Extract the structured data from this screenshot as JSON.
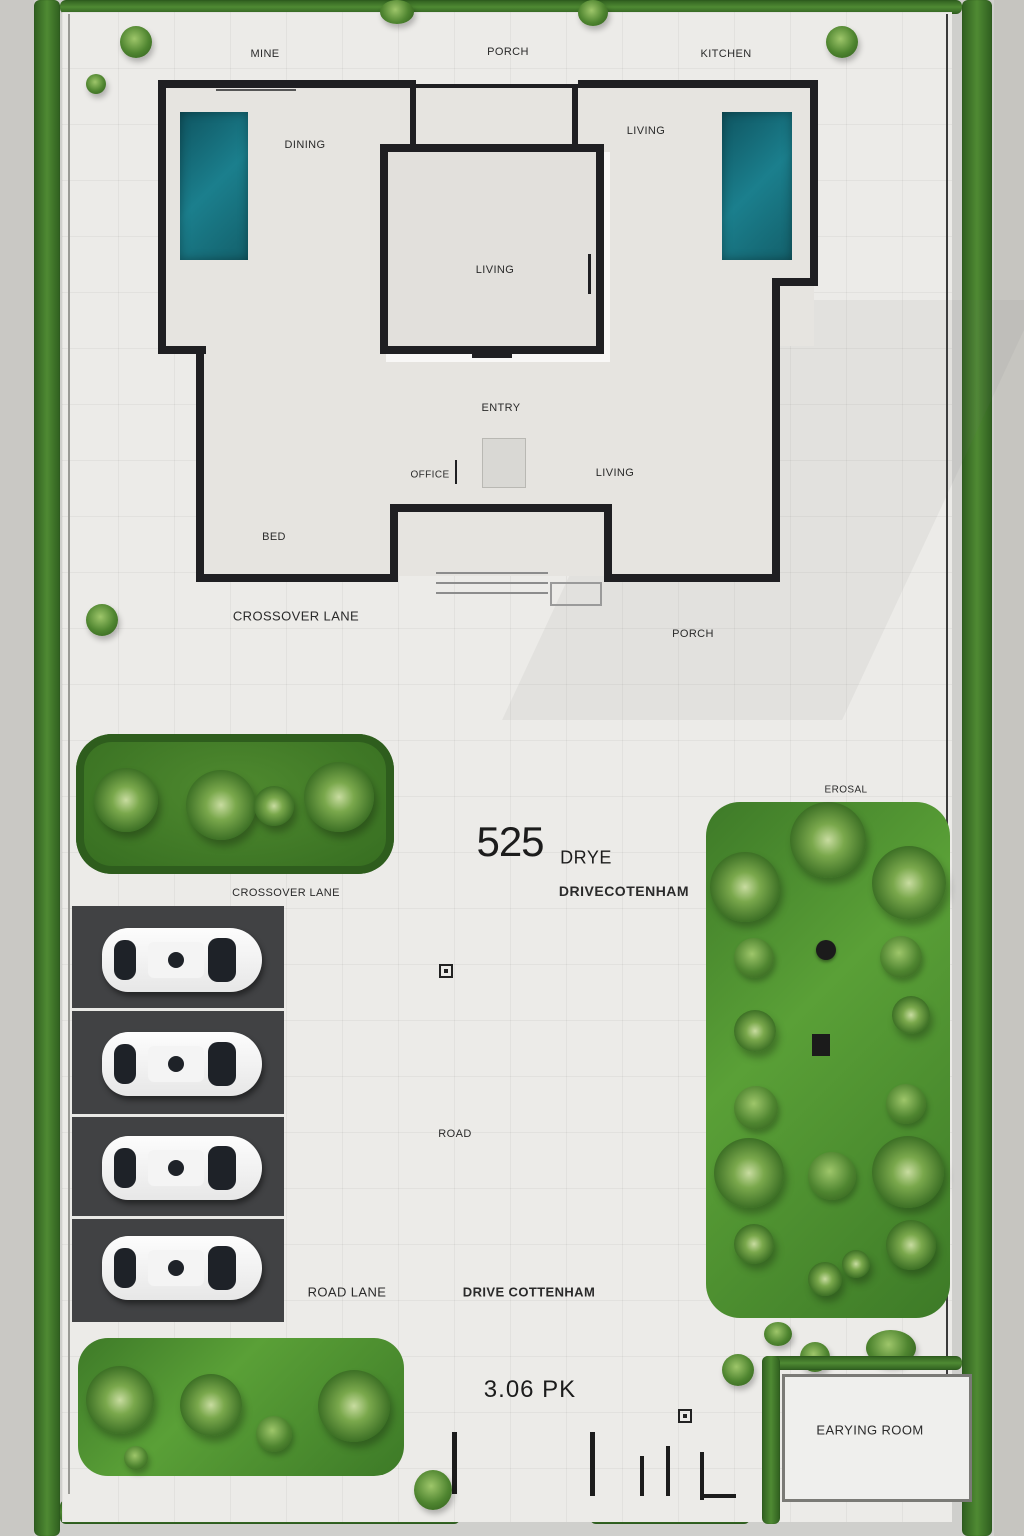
{
  "plan": {
    "house": {
      "labels": {
        "mine": "MINE",
        "porch_top": "PORCH",
        "kitchen": "KITCHEN",
        "dining": "DINING",
        "living_top": "LIVING",
        "living_core": "LIVING",
        "entry": "ENTRY",
        "office": "OFFICE",
        "living_lower": "LIVING",
        "bed": "BED"
      }
    },
    "site_labels": {
      "crossover_lane_top": "CROSSOVER LANE",
      "porch_lower": "PORCH",
      "erosal": "EROSAL",
      "address_number": "525",
      "address_street": "DRYE",
      "drivecotenham": "DRIVECOTENHAM",
      "crossover_lane_lower": "CROSSOVER LANE",
      "road": "ROAD",
      "road_lane": "ROAD LANE",
      "drive_cottenham": "DRIVE COTTENHAM",
      "area_value": "3.06 PK",
      "earying_room": "EARYING ROOM"
    },
    "colors": {
      "pool": "#1b7f8d",
      "grass": "#5aa037",
      "wall": "#1f1f22",
      "paving": "#ecebe8",
      "parking": "#414244"
    }
  }
}
